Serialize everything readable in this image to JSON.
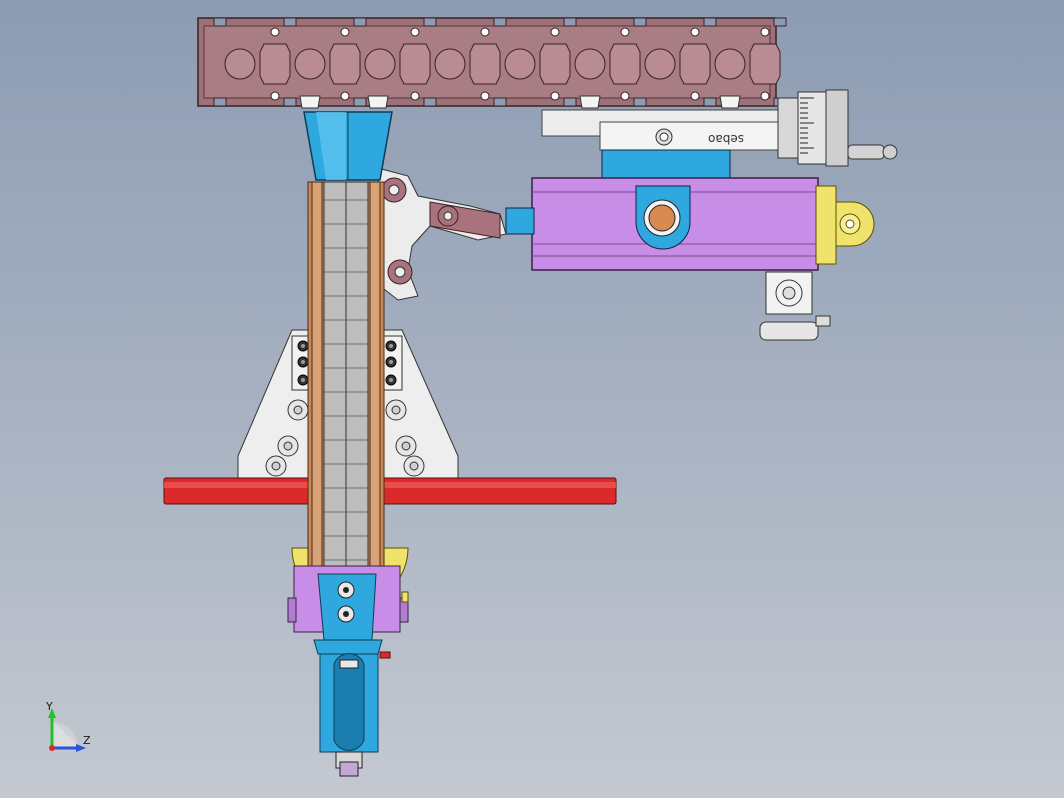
{
  "viewport": {
    "background_top": "#8d9cb3",
    "background_bottom": "#c4c9d1"
  },
  "parts": {
    "aluminium_profile_color": "#9c7178",
    "clamp_body_color": "#e8e8e8",
    "column_wood_color": "#c98a5b",
    "cone_color": "#2fa8df",
    "cylinder_color": "#c88de6",
    "yellow_bracket_color": "#f0e36b",
    "red_bar_color": "#dc2a2a",
    "engraved_text": "sebao"
  },
  "triad": {
    "y_label": "Y",
    "z_label": "Z",
    "y_color": "#22c02a",
    "z_color": "#2b52d9",
    "x_color": "#d32b2b"
  }
}
